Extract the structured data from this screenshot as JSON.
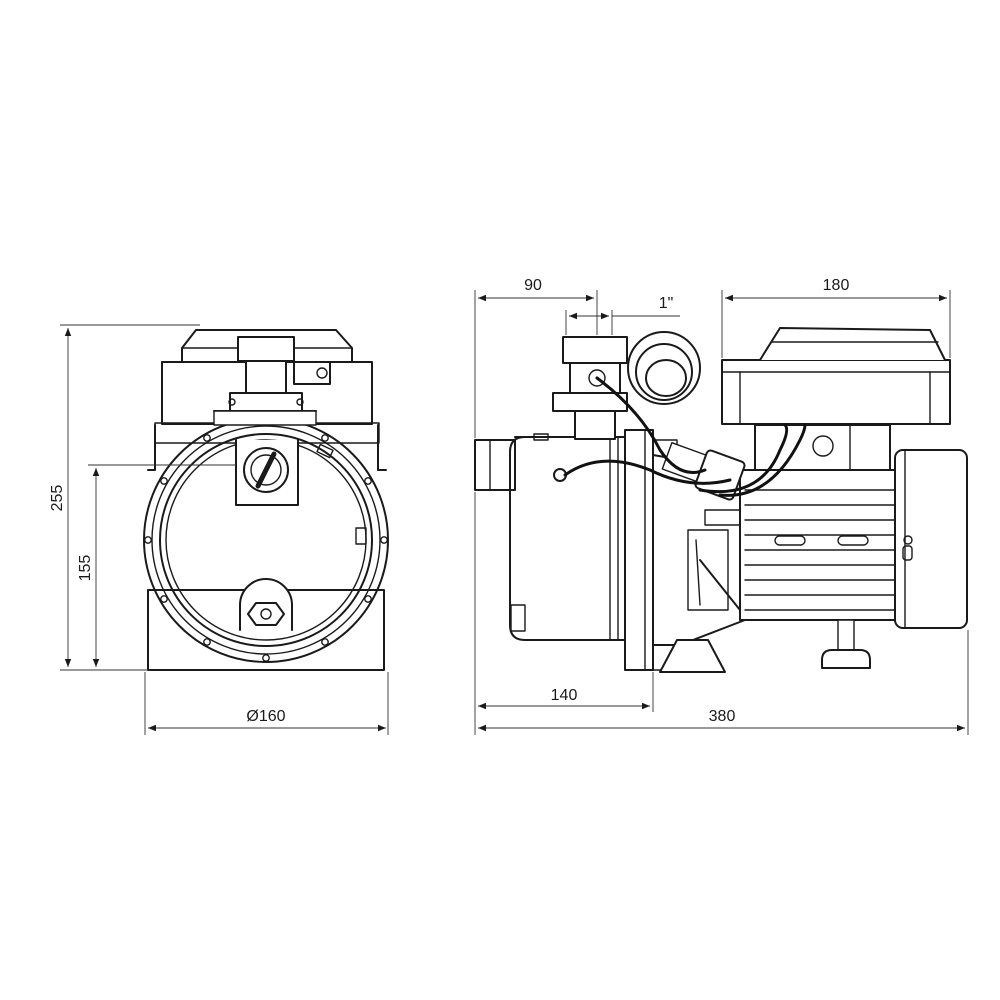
{
  "dimensions": {
    "height_total": "255",
    "height_outlet": "155",
    "diameter": "Ø160",
    "inlet_offset": "90",
    "thread_size": "1\"",
    "motor_width": "180",
    "front_to_flange": "140",
    "total_length": "380"
  },
  "colors": {
    "line": "#1a1a1a",
    "background": "#ffffff"
  }
}
